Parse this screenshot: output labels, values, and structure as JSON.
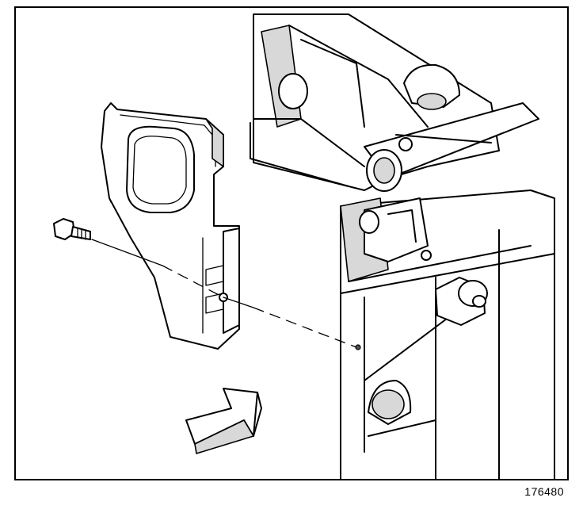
{
  "figure": {
    "id_label": "176480",
    "colors": {
      "line": "#000000",
      "background": "#ffffff",
      "shade": "#d8d8d8"
    }
  },
  "parts": [
    {
      "key": "engine_block"
    },
    {
      "key": "timing_cover"
    },
    {
      "key": "bolt"
    },
    {
      "key": "direction_arrow"
    }
  ]
}
